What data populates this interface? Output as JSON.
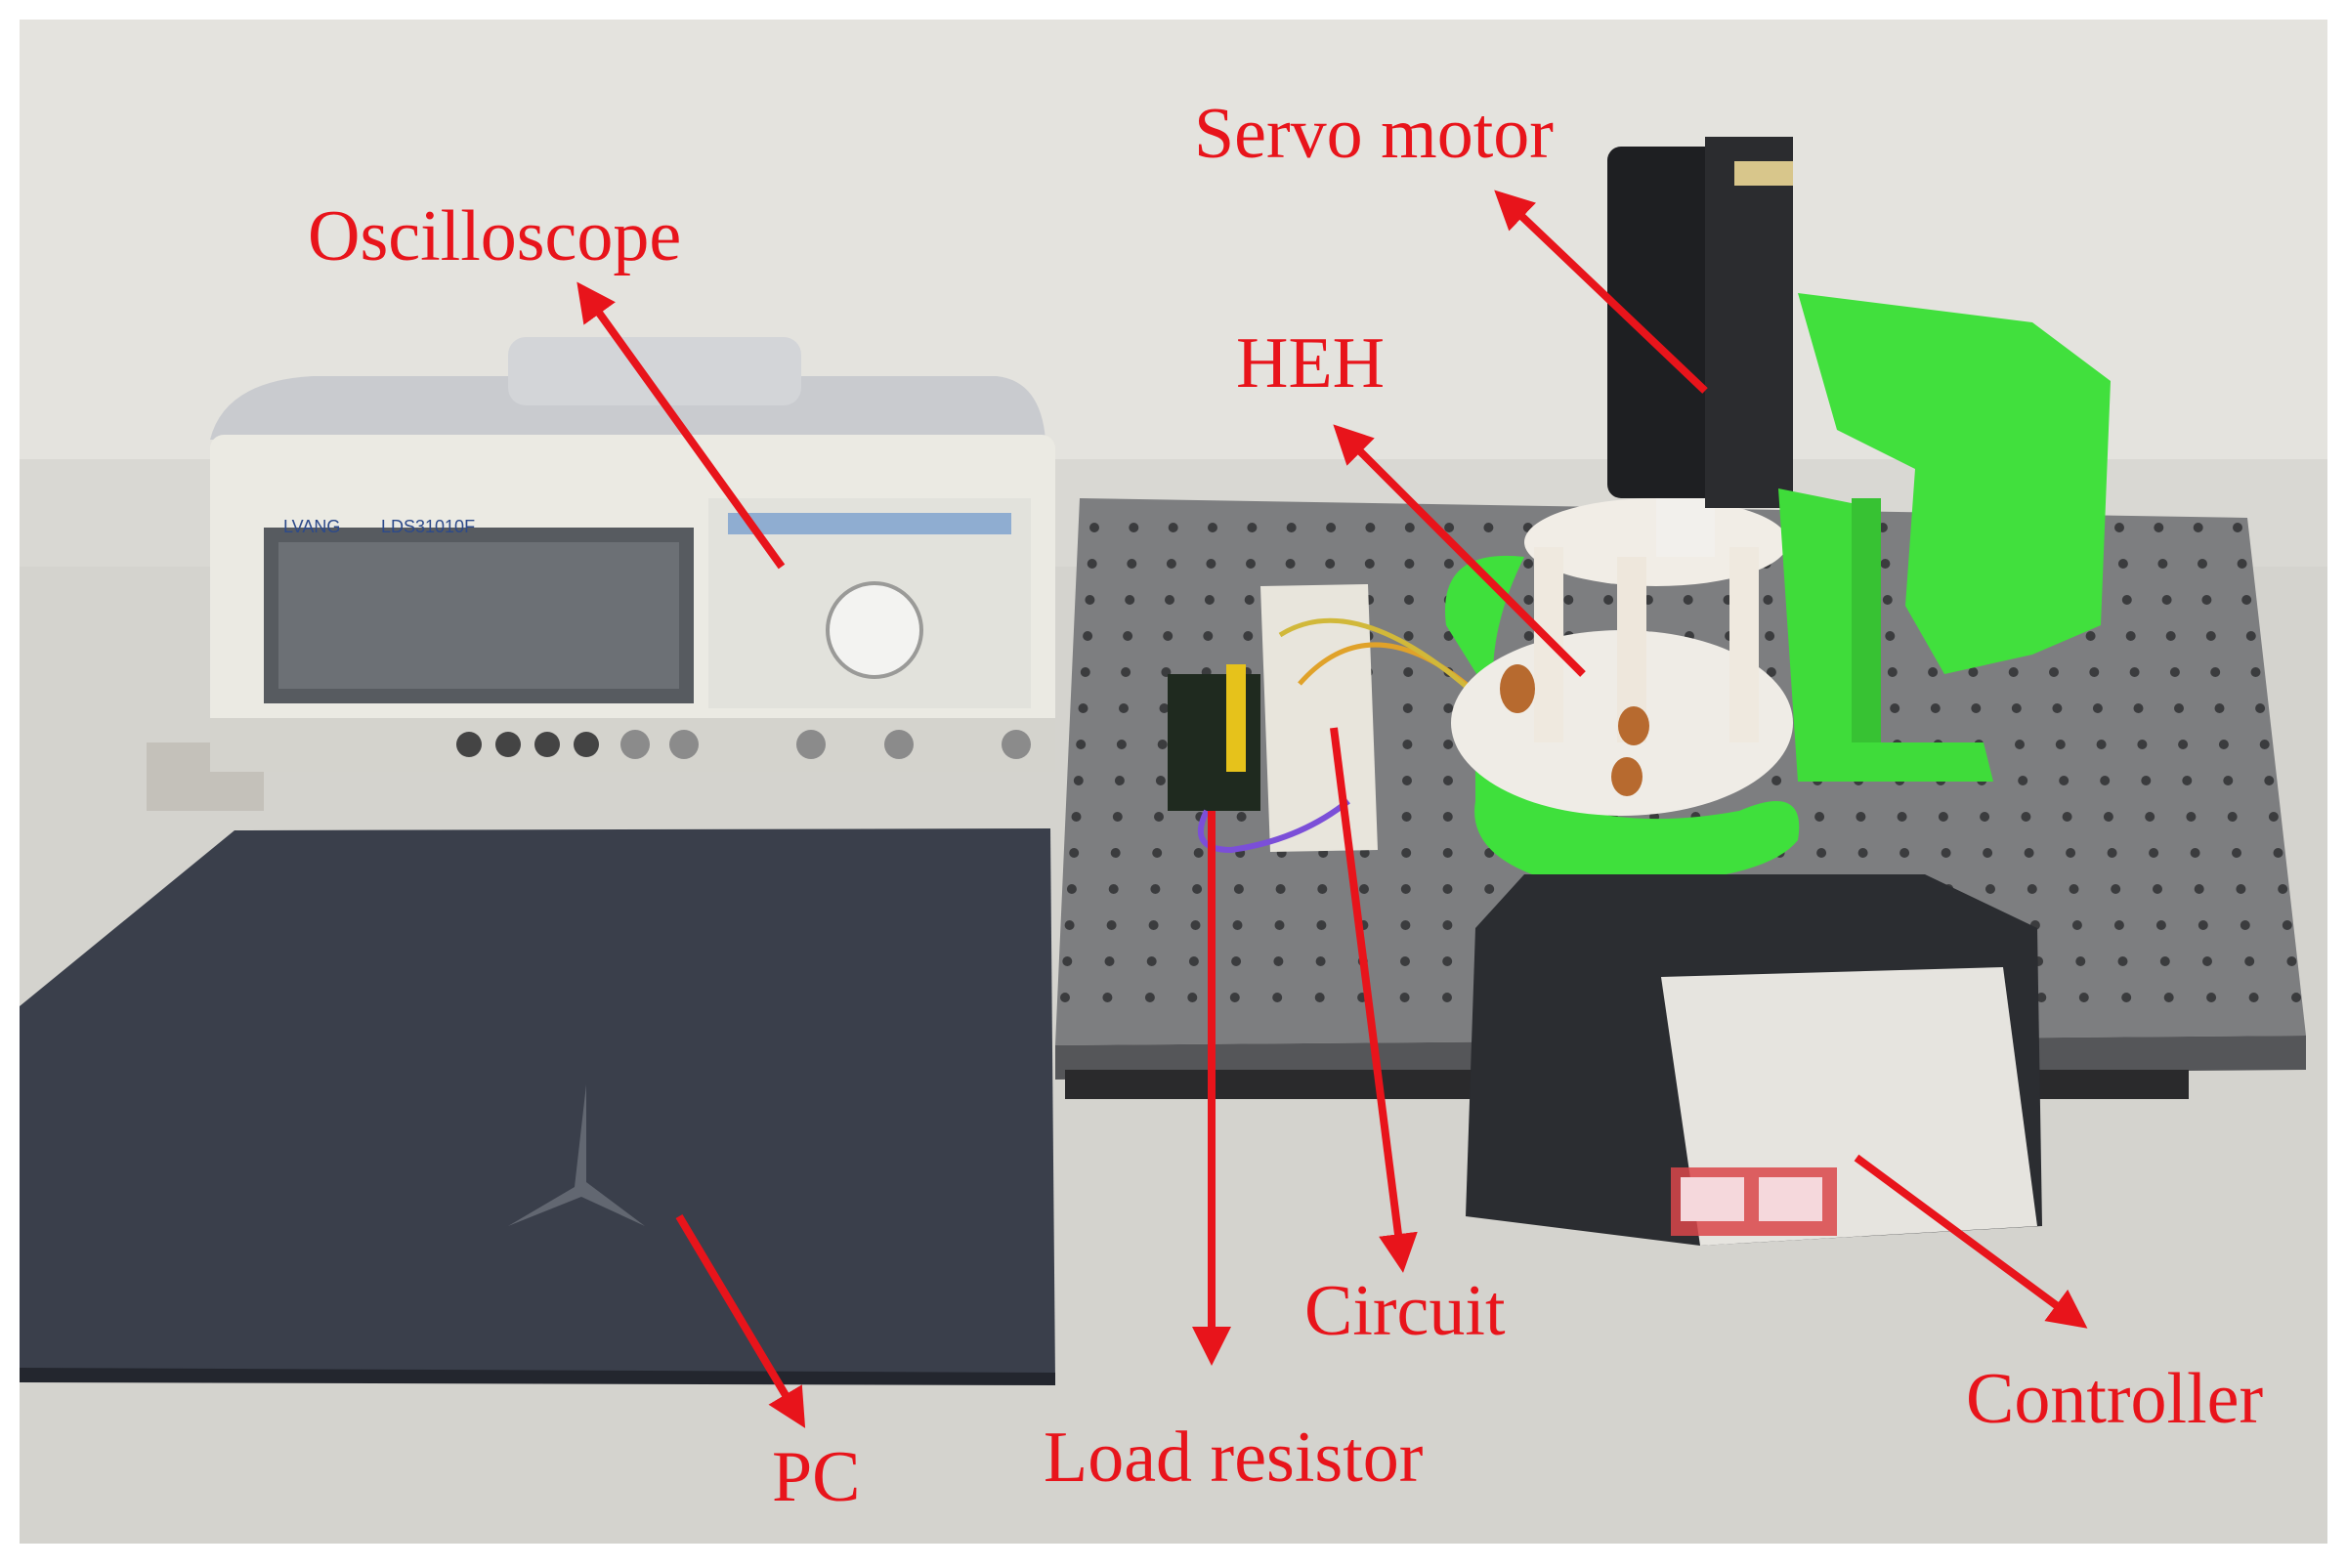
{
  "labels": {
    "servo_motor": "Servo motor",
    "oscilloscope": "Oscilloscope",
    "heh": "HEH",
    "circuit": "Circuit",
    "controller": "Controller",
    "pc": "PC",
    "load_resistor": "Load resistor"
  },
  "device_text": {
    "scope_brand": "LVANG",
    "scope_model": "LDS31010F"
  },
  "colors": {
    "annotation": "#e8141b",
    "wall": "#e4e3de",
    "table": "#d8d7d2",
    "optical_bench": "#7d7e80",
    "laptop": "#3a3f4b",
    "printed_parts": "#3fe03c",
    "controller": "#2b2d31"
  }
}
